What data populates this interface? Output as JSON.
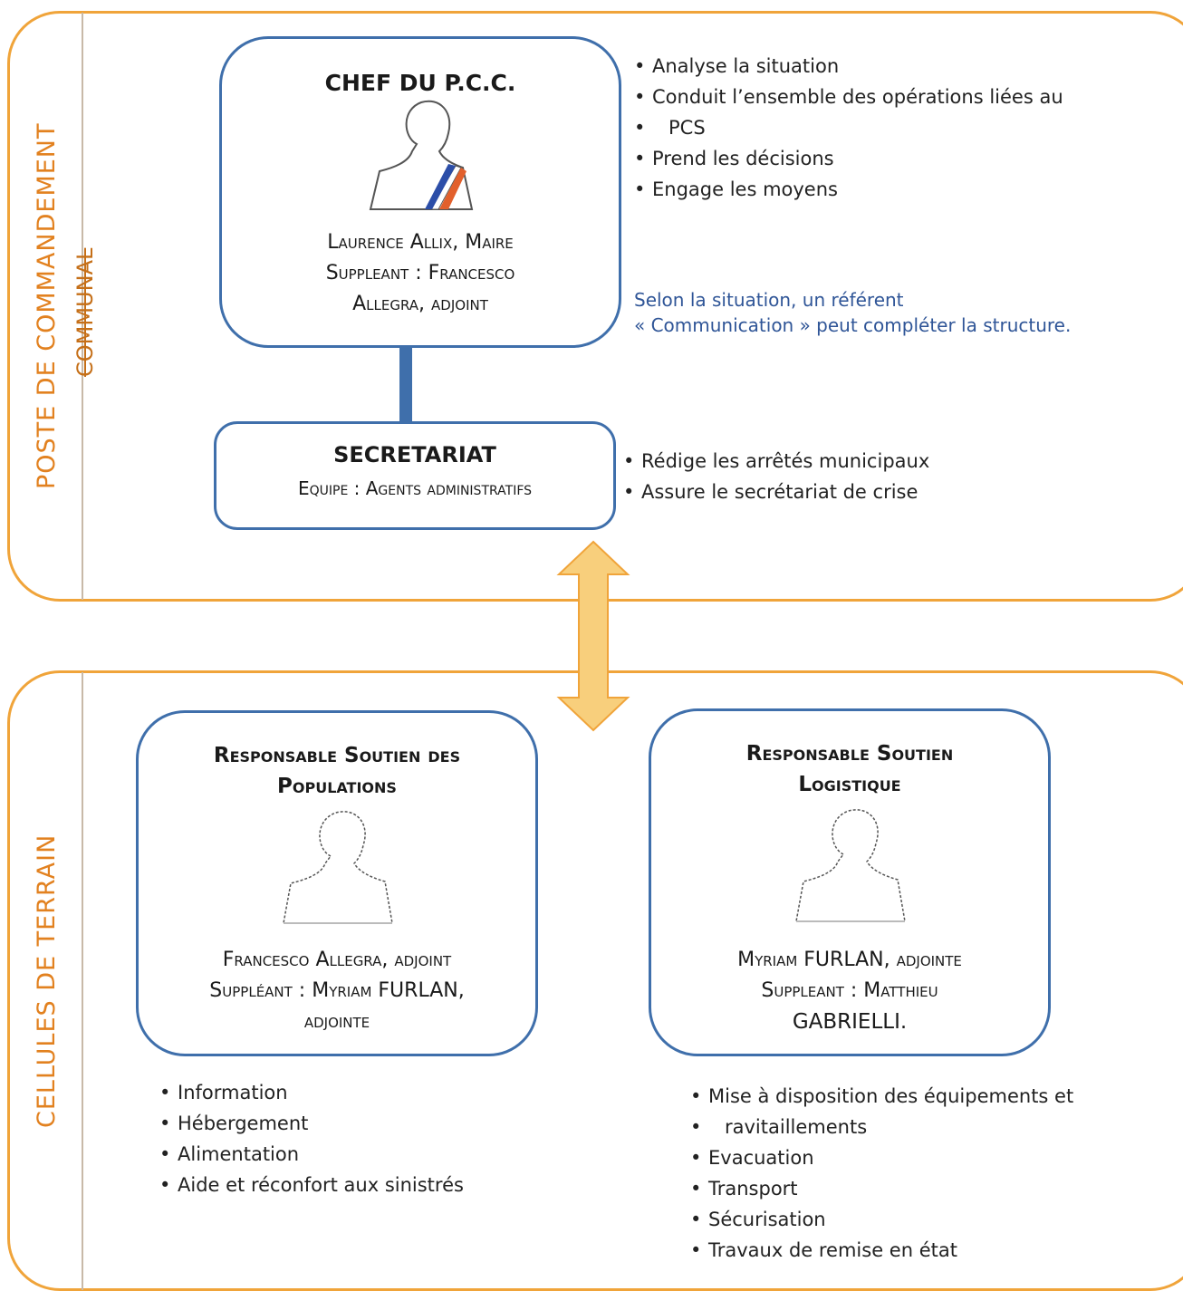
{
  "sections": {
    "top_label": "POSTE DE COMMANDEMENT",
    "top_label_strike": "COMMUNAL",
    "bottom_label": "CELLULES DE TERRAIN"
  },
  "chef": {
    "title": "CHEF DU P.C.C.",
    "line1": "Laurence Allix, Maire",
    "line2": "Suppleant : Francesco",
    "line3": "Allegra, adjoint",
    "tasks": [
      "Analyse la situation",
      "Conduit l’ensemble des opérations liées au",
      "Prend les décisions",
      "Engage les moyens"
    ],
    "task2_cont": "PCS",
    "note_line1": "Selon la situation, un référent",
    "note_line2": "« Communication » peut compléter la structure."
  },
  "secretariat": {
    "title": "SECRETARIAT",
    "subtitle": "Equipe : Agents administratifs",
    "tasks": [
      "Rédige les arrêtés municipaux",
      "Assure le secrétariat de crise"
    ]
  },
  "populations": {
    "title_line1": "Responsable Soutien des",
    "title_line2": "Populations",
    "line1": "Francesco Allegra, adjoint",
    "line2": "Suppléant : Myriam FURLAN,",
    "line3": "adjointe",
    "tasks": [
      "Information",
      "Hébergement",
      "Alimentation",
      "Aide et réconfort aux sinistrés"
    ]
  },
  "logistique": {
    "title_line1": "Responsable Soutien",
    "title_line2": "Logistique",
    "line1": "Myriam FURLAN, adjointe",
    "line2": "Suppleant : Matthieu",
    "line3": "GABRIELLI.",
    "tasks": [
      "Mise à disposition des équipements et",
      "Evacuation",
      "Transport",
      "Sécurisation",
      "Travaux de remise en état"
    ],
    "task1_cont": "ravitaillements"
  },
  "colors": {
    "panel_border": "#f0a43a",
    "box_border": "#3f6fab",
    "section_label": "#e2811f",
    "note_text": "#2f5597"
  }
}
